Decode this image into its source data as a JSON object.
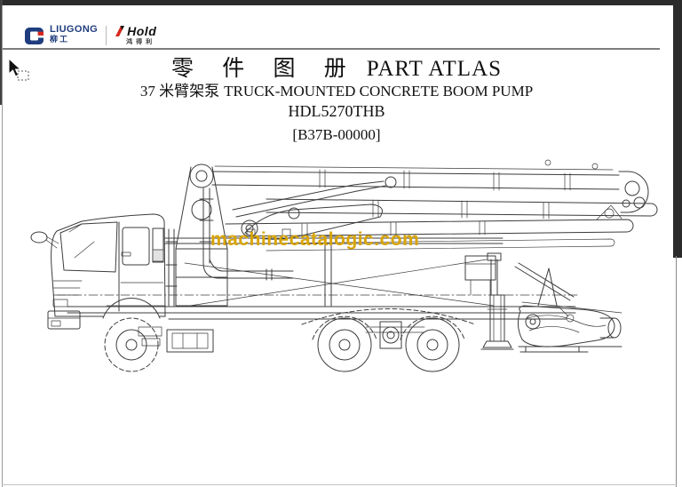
{
  "brand": {
    "liugong": {
      "latin": "LIUGONG",
      "chinese": "柳工",
      "color": "#1f3d7e"
    },
    "hold": {
      "latin": "Hold",
      "chinese": "鸿得利",
      "accent": "#d8281e"
    }
  },
  "title": {
    "atlas_cn": "零 件 图 册",
    "atlas_en": "PART ATLAS",
    "product_cn": "37 米臂架泵",
    "product_en": "TRUCK-MOUNTED CONCRETE BOOM PUMP",
    "model": "HDL5270THB",
    "drawing_code": "[B37B-00000]"
  },
  "watermark": {
    "text": "machinecatalogic.com",
    "color": "#d9a404"
  },
  "drawing": {
    "alt": "Side-view line drawing of HDL5270THB truck-mounted concrete boom pump with folded boom"
  },
  "colors": {
    "chrome": "#2b2b2b",
    "line": "#3c3c3c",
    "page": "#ffffff"
  }
}
